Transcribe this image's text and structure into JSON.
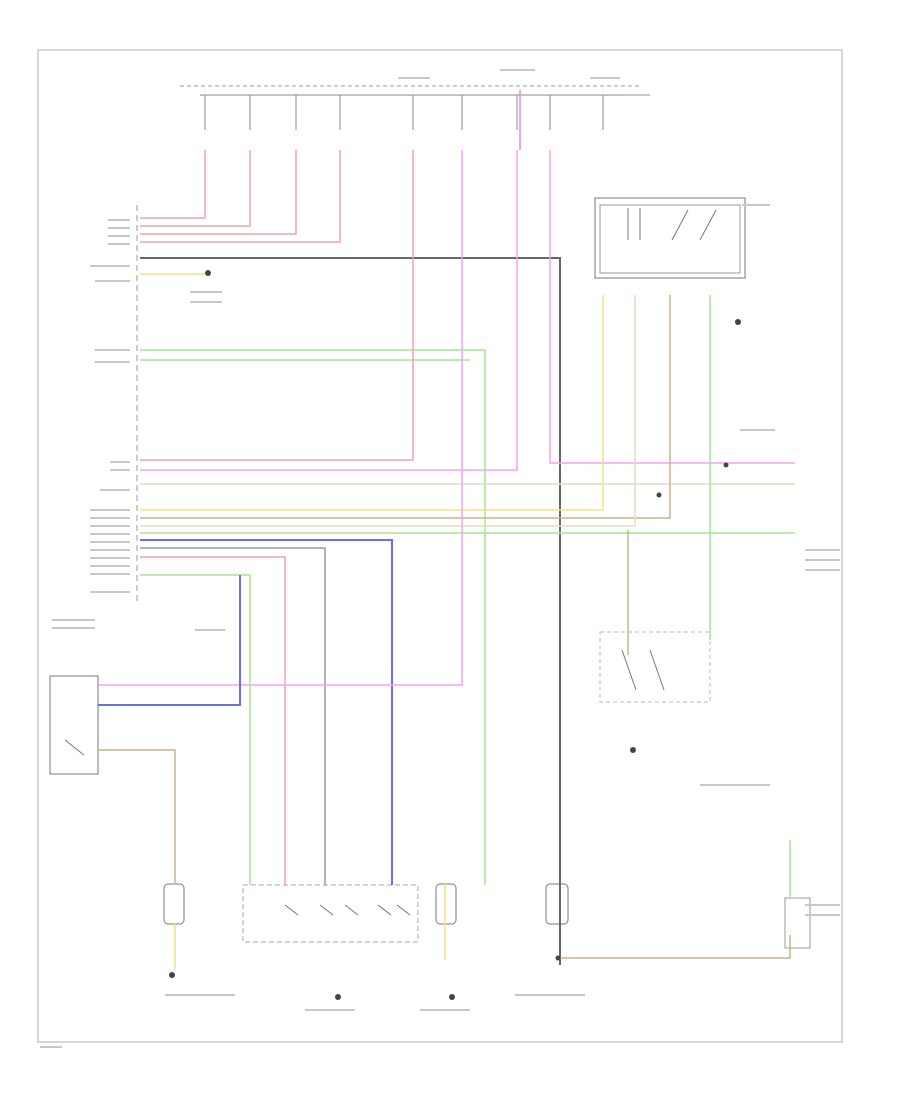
{
  "diagram": {
    "footer_code": "",
    "border_color": "#bbbbbb",
    "wire_colors": {
      "red": "#f2a3a8",
      "pink": "#f7a0f0",
      "green": "#a6e58f",
      "yellow": "#efe486",
      "tan": "#c7b48a",
      "blue": "#6a6ee8",
      "grey": "#9a9a9a",
      "darkgrey": "#666666",
      "light": "#e3dbc2",
      "magenta": "#e98ad6"
    },
    "components": [
      {
        "id": "control-module",
        "icon": "module-connector-icon"
      },
      {
        "id": "relay-block",
        "icon": "relay-icon"
      },
      {
        "id": "switch-left",
        "icon": "switch-icon"
      },
      {
        "id": "switch-right",
        "icon": "switch-icon"
      },
      {
        "id": "ground-1",
        "icon": "ground-icon"
      },
      {
        "id": "ground-2",
        "icon": "ground-icon"
      },
      {
        "id": "ground-3",
        "icon": "ground-icon"
      },
      {
        "id": "ground-4",
        "icon": "ground-icon"
      },
      {
        "id": "ground-5",
        "icon": "ground-icon"
      }
    ]
  }
}
